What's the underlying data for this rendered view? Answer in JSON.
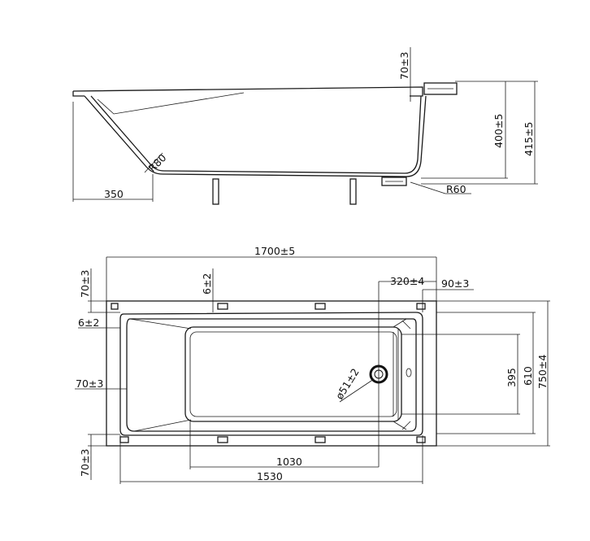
{
  "side_view": {
    "dim_rim_height": "70±3",
    "dim_depth_inner": "400±5",
    "dim_depth_total": "415±5",
    "dim_back_radius": "R80",
    "dim_drain_radius": "R60",
    "dim_back_offset": "350"
  },
  "top_view": {
    "dim_length_total": "1700±5",
    "dim_frame_offset_top": "70±3",
    "dim_frame_offset_bottom": "70±3",
    "dim_frame_offset_left": "70±3",
    "dim_foot_gap": "6±2",
    "dim_foot_gap_left": "6±2",
    "dim_drain_offset": "320±4",
    "dim_end_offset": "90±3",
    "dim_drain_diameter": "ø51±2",
    "dim_inner_width": "395",
    "dim_frame_width": "610",
    "dim_total_width": "750±4",
    "dim_inner_length": "1030",
    "dim_frame_length": "1530"
  }
}
